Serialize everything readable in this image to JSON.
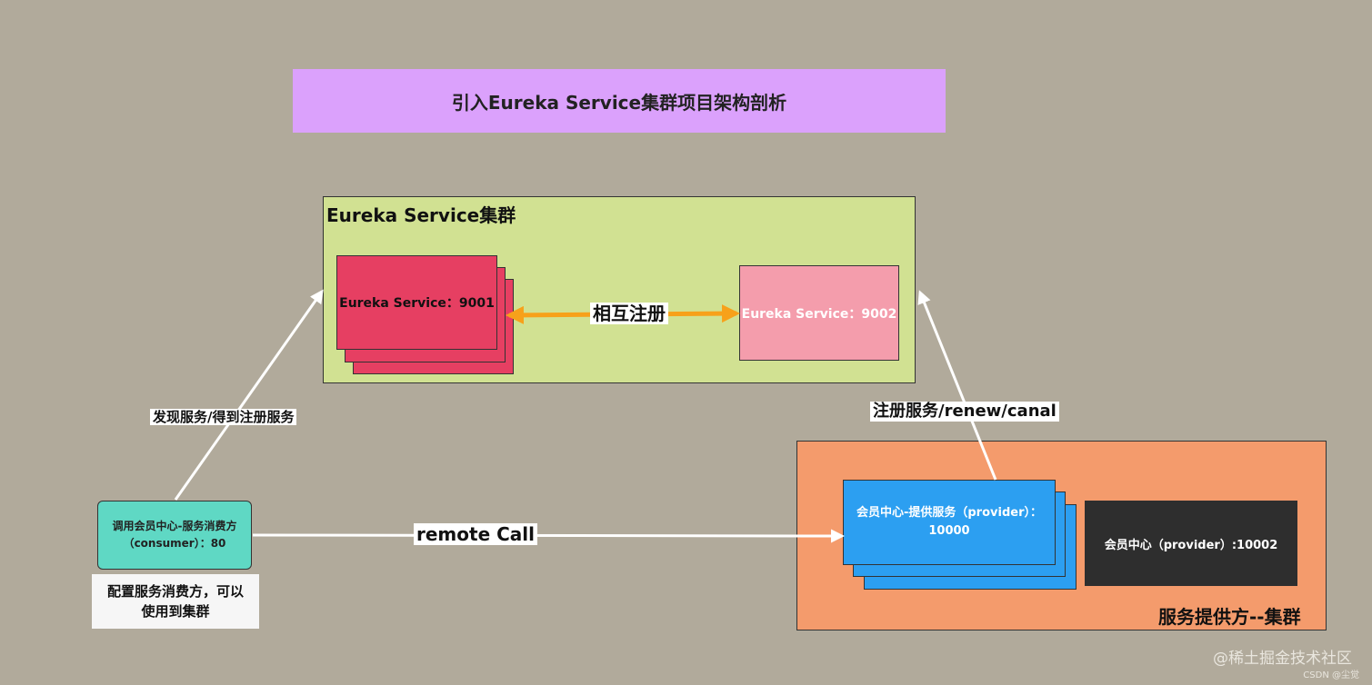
{
  "title": "引入Eureka  Service集群项目架构剖析",
  "eureka_cluster": {
    "label": "Eureka Service集群",
    "server1": "Eureka Service：9001",
    "server2": "Eureka Service：9002",
    "mutual_label": "相互注册"
  },
  "consumer": {
    "line1": "调用会员中心-服务消费方",
    "line2": "（consumer）：80",
    "note_line1": "配置服务消费方，可以",
    "note_line2": "使用到集群"
  },
  "discover_label": "发现服务/得到注册服务",
  "register_label": "注册服务/renew/canal",
  "remote_call_label": "remote Call",
  "provider_cluster": {
    "label": "服务提供方--集群",
    "provider1_line1": "会员中心-提供服务（provider）：",
    "provider1_line2": "10000",
    "provider2": "会员中心（provider）:10002"
  },
  "watermark": {
    "line1": "@稀土掘金技术社区",
    "line2": "CSDN @尘觉"
  },
  "colors": {
    "background": "#b1aa9b",
    "title_box": "#dba1fc",
    "eureka_cluster": "#d1e192",
    "server1": "#e63f62",
    "server2": "#f49dac",
    "mutual_arrow": "#f7a11a",
    "consumer": "#5fd8c4",
    "provider_cluster": "#f49b6c",
    "provider1": "#2c9ff1",
    "provider2": "#2e2e2e"
  }
}
